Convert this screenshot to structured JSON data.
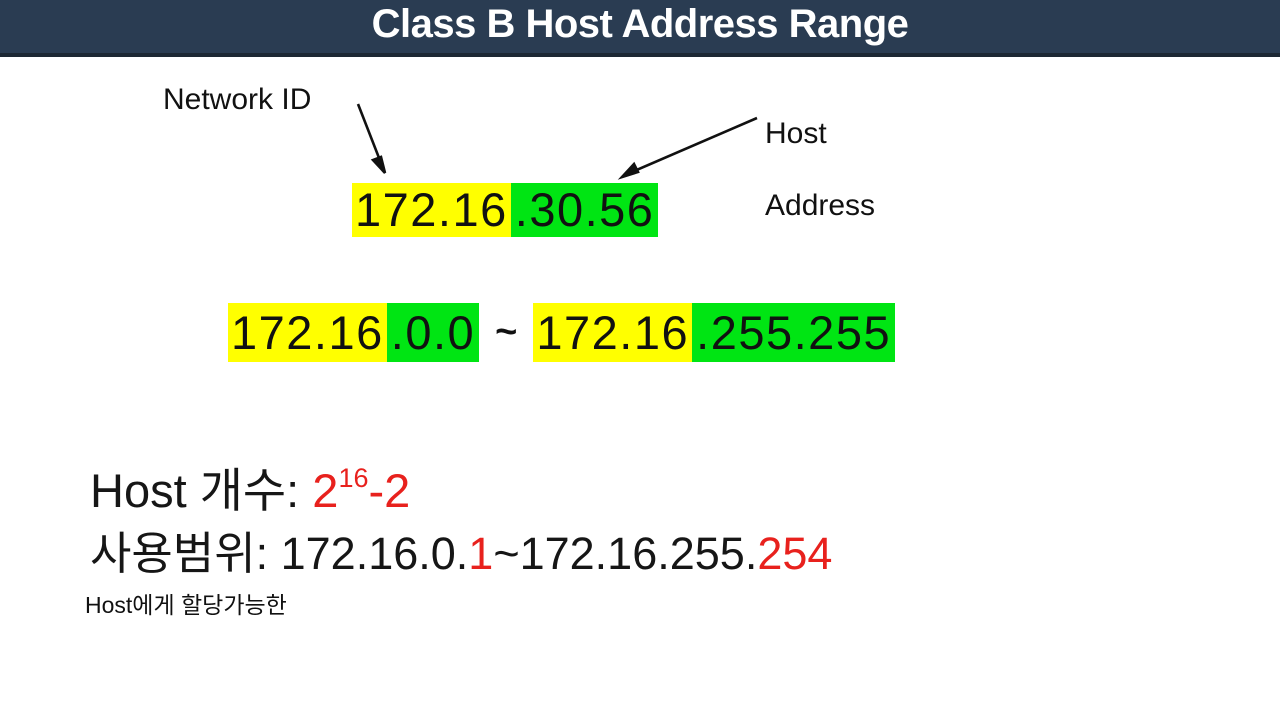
{
  "header": {
    "title": "Class B Host Address Range"
  },
  "labels": {
    "network_id": "Network ID",
    "host_address_line1": "Host",
    "host_address_line2": "Address"
  },
  "example_ip": {
    "network_part": "172.16",
    "host_part": ".30.56"
  },
  "address_range": {
    "start": {
      "network_part": "172.16",
      "host_part": ".0.0"
    },
    "separator": "~",
    "end": {
      "network_part": "172.16",
      "host_part": ".255.255"
    }
  },
  "host_count": {
    "label": "Host 개수: ",
    "base": "2",
    "exponent": "16",
    "suffix": "-2"
  },
  "usage_range": {
    "label": "사용범위: ",
    "start_prefix": "172.16.0.",
    "start_highlight": "1",
    "separator": "~",
    "end_prefix": "172.16.255.",
    "end_highlight": "254"
  },
  "footnote": "Host에게 할당가능한",
  "colors": {
    "header_bg": "#2a3c52",
    "network_highlight": "#ffff00",
    "host_highlight": "#00e513",
    "accent_red": "#e8211d",
    "title_text": "#ffffff"
  }
}
